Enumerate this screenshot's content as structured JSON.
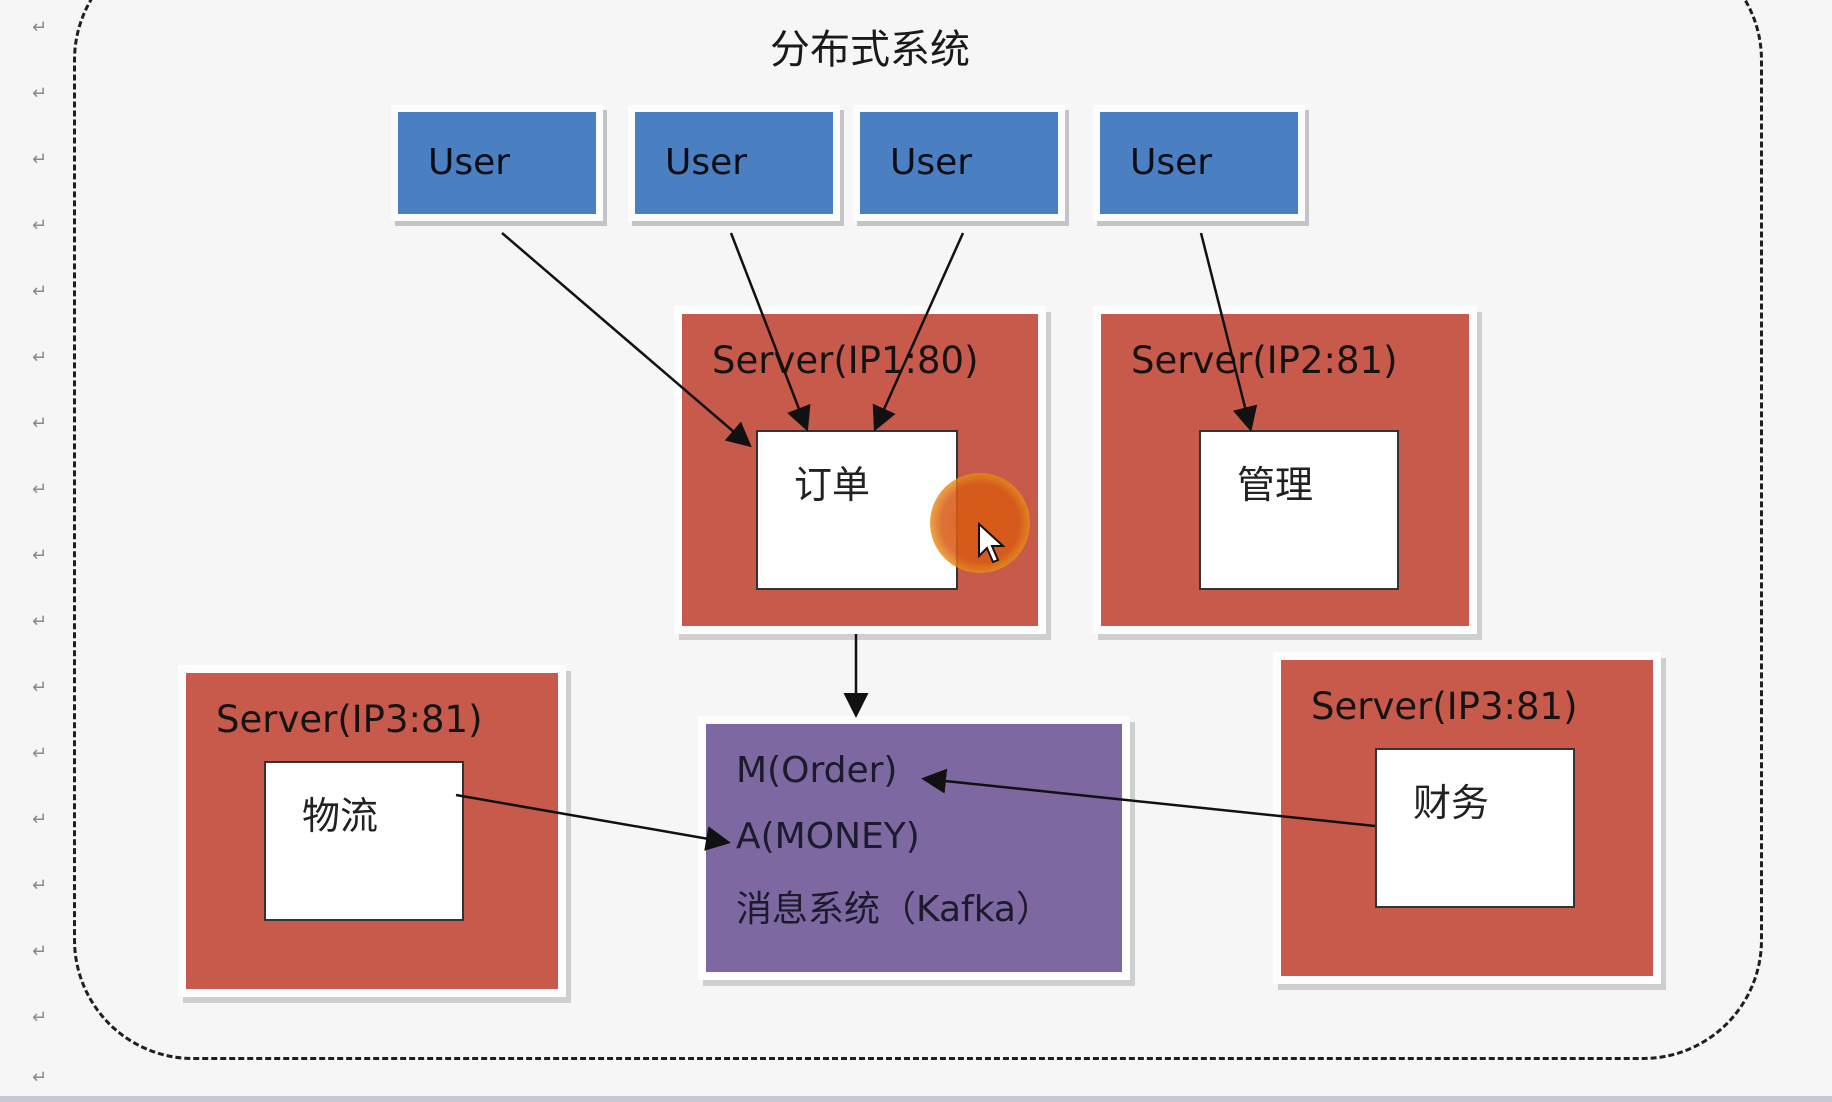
{
  "title": "分布式系统",
  "users": [
    {
      "label": "User"
    },
    {
      "label": "User"
    },
    {
      "label": "User"
    },
    {
      "label": "User"
    }
  ],
  "servers": [
    {
      "label": "Server(IP1:80)",
      "module": "订单"
    },
    {
      "label": "Server(IP2:81)",
      "module": "管理"
    },
    {
      "label": "Server(IP3:81)",
      "module": "物流"
    },
    {
      "label": "Server(IP3:81)",
      "module": "财务"
    }
  ],
  "message_queue": {
    "line1": "M(Order)",
    "line2": "A(MONEY)",
    "line3": "消息系统（Kafka）"
  },
  "colors": {
    "user": "#4a7fc1",
    "server": "#c85a4c",
    "message_queue": "#7e68a2",
    "module": "#ffffff"
  }
}
